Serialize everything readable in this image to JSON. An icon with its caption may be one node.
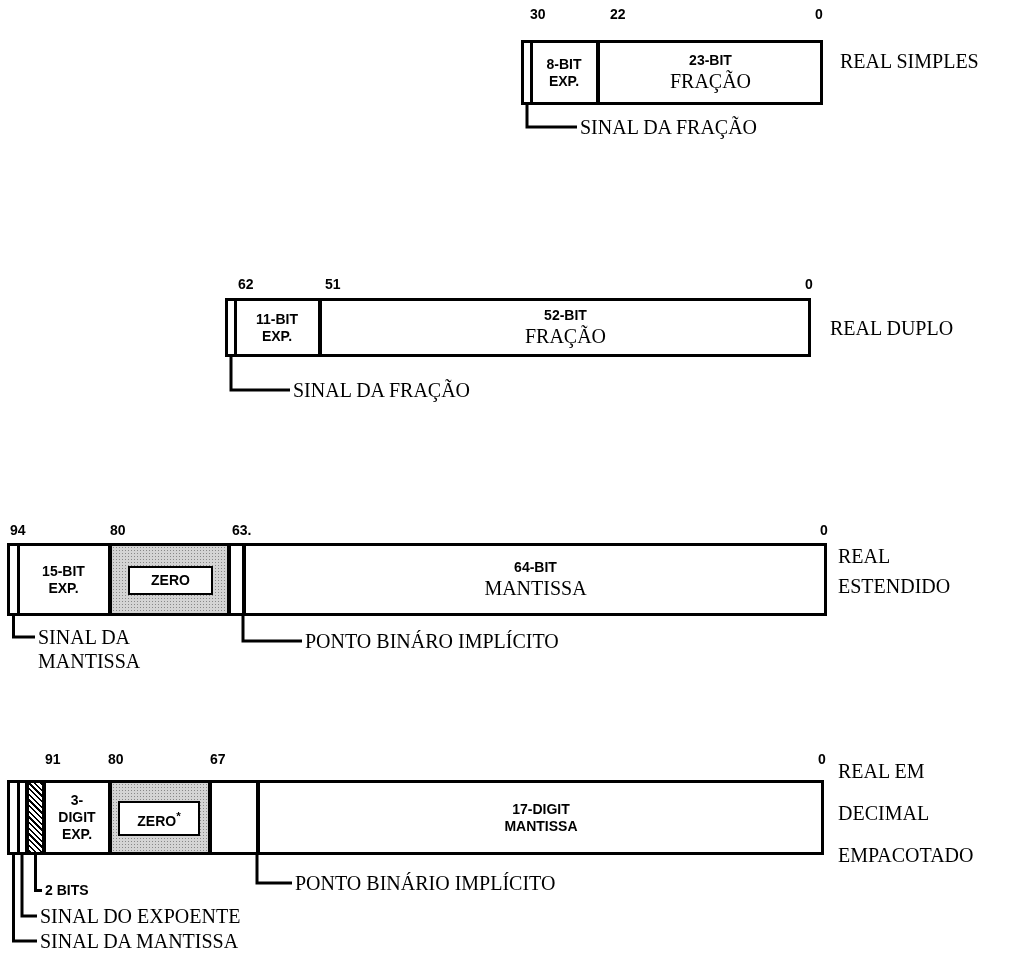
{
  "diagram": {
    "nodes": [
      {
        "text": [],
        "shape": "box",
        "beside": [
          "REAL SIMPLES"
        ]
      },
      {
        "text": [],
        "shape": "box",
        "in": 0
      },
      {
        "text": [
          "8-BIT EXP."
        ],
        "in": 0
      },
      {
        "text": [
          "23-BIT",
          "FRAÇÃO"
        ],
        "in": 0
      },
      {
        "text": [
          "SINAL DA FRAÇÃO"
        ]
      },
      {
        "text": [],
        "shape": "box",
        "beside": [
          "REAL DUPLO"
        ]
      },
      {
        "text": [],
        "shape": "box",
        "in": 5
      },
      {
        "text": [
          "11-BIT EXP."
        ],
        "in": 5
      },
      {
        "text": [
          "52-BIT",
          "FRAÇÃO"
        ],
        "in": 5
      },
      {
        "text": [
          "SINAL DA FRAÇÃO"
        ]
      },
      {
        "text": [],
        "shape": "box",
        "beside": [
          "REAL ESTENDIDO"
        ]
      },
      {
        "text": [],
        "shape": "box",
        "in": 10
      },
      {
        "text": [
          "15-BIT EXP."
        ],
        "in": 10
      },
      {
        "text": [],
        "shape": "box",
        "in": 10
      },
      {
        "text": [
          "ZERO"
        ],
        "in": 13
      },
      {
        "text": [],
        "shape": "box",
        "in": 10
      },
      {
        "text": [
          "64-BIT",
          "MANTISSA"
        ],
        "in": 10
      },
      {
        "text": [
          "SINAL DA MANTISSA"
        ]
      },
      {
        "text": [
          "PONTO BINÁRO IMPLÍCITO"
        ]
      },
      {
        "text": [],
        "shape": "box",
        "beside": [
          "REAL EM DECIMAL EMPACOTADO"
        ]
      },
      {
        "text": [],
        "shape": "box",
        "in": 19
      },
      {
        "text": [],
        "shape": "box",
        "in": 19
      },
      {
        "text": [],
        "shape": "box",
        "in": 19
      },
      {
        "text": [
          "3- DIGIT EXP."
        ],
        "in": 19
      },
      {
        "text": [],
        "shape": "box",
        "in": 19
      },
      {
        "text": [
          "ZERO$^{*}$"
        ],
        "in": 24
      },
      {
        "text": [],
        "shape": "box",
        "in": 19
      },
      {
        "text": [
          "17-DIGIT MANTISSA"
        ],
        "in": 19
      },
      {
        "text": [
          "PONTO BINÁRIO IMPLÍCITO"
        ]
      },
      {
        "text": [
          "2 BITS"
        ]
      },
      {
        "text": [
          "SINAL DO EXPOENTE"
        ]
      },
      {
        "text": [
          "SINAL DA MANTISSA"
        ]
      }
    ],
    "edges": [
      {
        "from": 4,
        "to": 1,
        "arrow": "none"
      },
      {
        "from": 9,
        "to": 6,
        "arrow": "none"
      },
      {
        "from": 17,
        "to": 11,
        "arrow": "none"
      },
      {
        "from": 18,
        "to": 15,
        "arrow": "none"
      },
      {
        "from": 28,
        "to": 26,
        "arrow": "none"
      },
      {
        "from": 29,
        "to": 22,
        "arrow": "none"
      },
      {
        "from": 30,
        "to": 21,
        "arrow": "none"
      },
      {
        "from": 31,
        "to": 20,
        "arrow": "none"
      }
    ],
    "labels": [
      "30",
      "22",
      "0",
      "62",
      "51",
      "0",
      "94",
      "80",
      "63.",
      "0",
      "91",
      "80",
      "67",
      "0"
    ]
  }
}
